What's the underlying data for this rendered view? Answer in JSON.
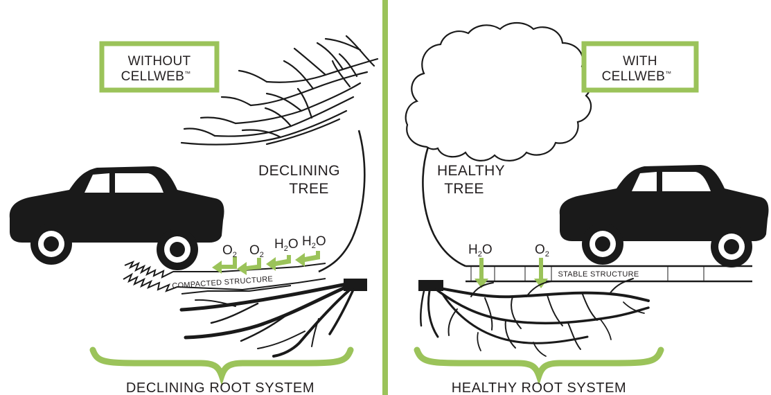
{
  "colors": {
    "accent_green": "#9bc35a",
    "ink": "#1a1a1a"
  },
  "left": {
    "badge_line1": "WITHOUT",
    "badge_line2": "CELLWEB",
    "badge_tm": "™",
    "tree_line1": "DECLINING",
    "tree_line2": "TREE",
    "structure_label": "COMPACTED STRUCTURE",
    "molecules": [
      {
        "base": "O",
        "sub": "2"
      },
      {
        "base": "O",
        "sub": "2"
      },
      {
        "base": "H",
        "sub": "2",
        "tail": "O"
      },
      {
        "base": "H",
        "sub": "2",
        "tail": "O"
      }
    ],
    "root_label": "DECLINING ROOT SYSTEM"
  },
  "right": {
    "badge_line1": "WITH",
    "badge_line2": "CELLWEB",
    "badge_tm": "™",
    "tree_line1": "HEALTHY",
    "tree_line2": "TREE",
    "structure_label": "STABLE STRUCTURE",
    "molecules": [
      {
        "base": "H",
        "sub": "2",
        "tail": "O"
      },
      {
        "base": "O",
        "sub": "2"
      }
    ],
    "root_label": "HEALTHY ROOT SYSTEM"
  },
  "icons": {
    "left_car": "car-icon",
    "right_car": "car-icon"
  }
}
